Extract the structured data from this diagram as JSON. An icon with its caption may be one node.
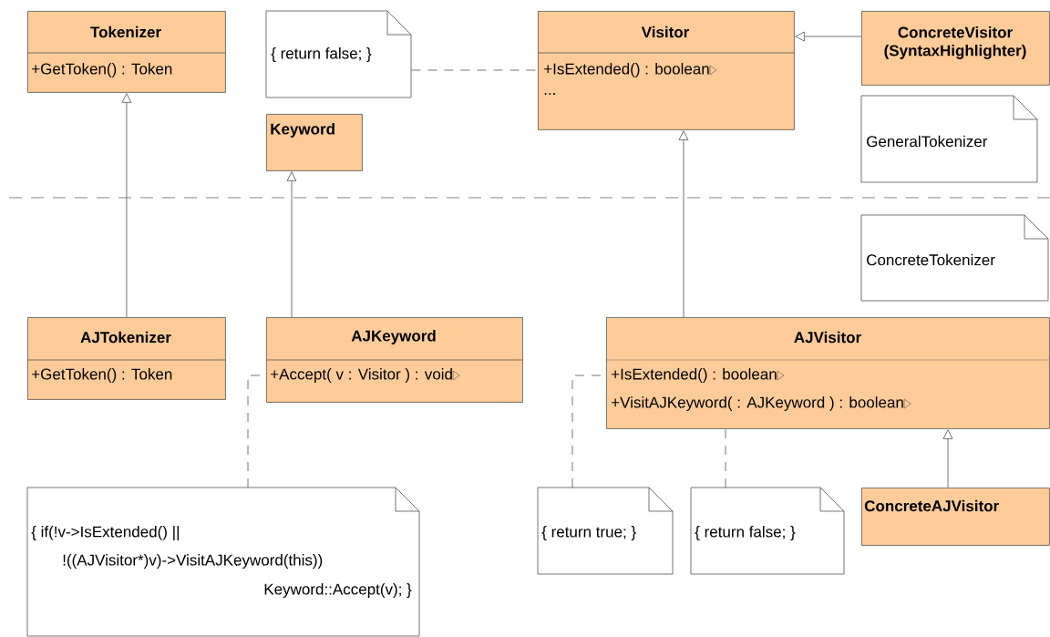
{
  "diagram": {
    "nodes": [
      {
        "text": [
          "Tokenizer",
          "+GetToken() : Token"
        ]
      },
      {
        "text": [
          "{ return false; }"
        ]
      },
      {
        "text": [
          "Visitor",
          "+IsExtended() : boolean",
          "..."
        ]
      },
      {
        "text": [
          "ConcreteVisitor (SyntaxHighlighter)"
        ]
      },
      {
        "text": [
          "Keyword"
        ]
      },
      {
        "text": [
          "GeneralTokenizer"
        ]
      },
      {
        "text": [
          "ConcreteTokenizer"
        ]
      },
      {
        "text": [
          "AJTokenizer",
          "+GetToken() : Token"
        ]
      },
      {
        "text": [
          "AJKeyword",
          "+Accept( v : Visitor ) : void"
        ]
      },
      {
        "text": [
          "AJVisitor",
          "+IsExtended() : boolean",
          "+VisitAJKeyword(  : AJKeyword ) : boolean"
        ]
      },
      {
        "text": [
          "{ if(!v->IsExtended() ||",
          "!((AJVisitor*)v)->VisitAJKeyword(this))",
          "Keyword::Accept(v); }"
        ]
      },
      {
        "text": [
          "{ return true; }"
        ]
      },
      {
        "text": [
          "{ return false; }"
        ]
      },
      {
        "text": [
          "ConcreteAJVisitor"
        ]
      }
    ],
    "edges": [
      {
        "from": 7,
        "to": 0,
        "arrow": "to"
      },
      {
        "from": 8,
        "to": 4,
        "arrow": "to"
      },
      {
        "from": 9,
        "to": 2,
        "arrow": "to"
      },
      {
        "from": 3,
        "to": 2,
        "arrow": "to"
      },
      {
        "from": 13,
        "to": 9,
        "arrow": "to"
      },
      {
        "from": 1,
        "to": 2,
        "arrow": "none",
        "style": "dashed"
      },
      {
        "from": 10,
        "to": 8,
        "arrow": "none",
        "style": "dashed"
      },
      {
        "from": 11,
        "to": 9,
        "arrow": "none",
        "style": "dashed"
      },
      {
        "from": 12,
        "to": 9,
        "arrow": "none",
        "style": "dashed"
      }
    ]
  }
}
